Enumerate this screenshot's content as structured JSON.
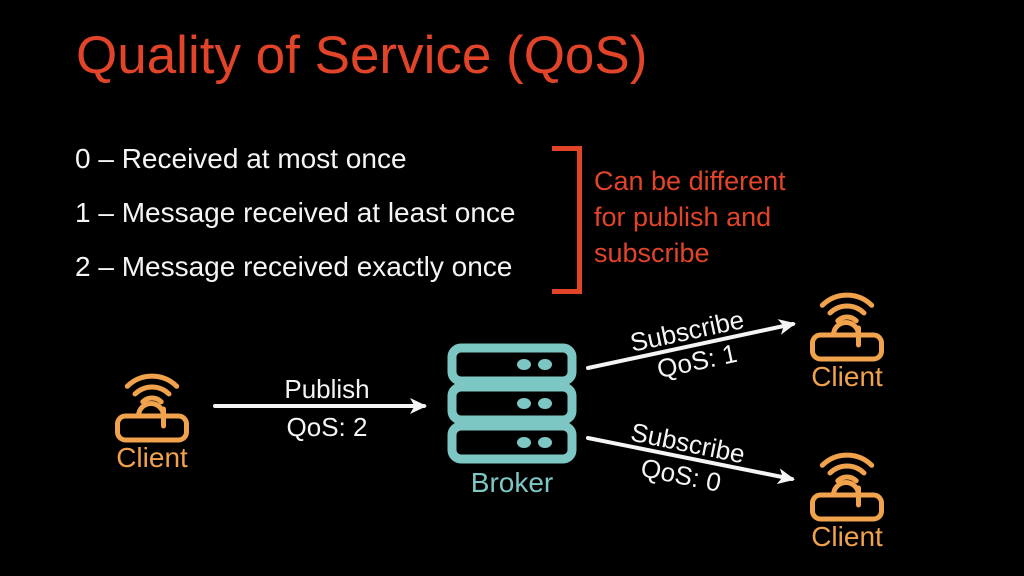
{
  "title": "Quality of Service (QoS)",
  "colors": {
    "background": "#000000",
    "red": "#E2442A",
    "orange": "#F0A24C",
    "teal": "#7CC7C4",
    "white": "#F5F5F5"
  },
  "qos_levels": [
    {
      "text": "0 – Received at most once"
    },
    {
      "text": "1 – Message received at least once"
    },
    {
      "text": "2 – Message received exactly once"
    }
  ],
  "note_lines": {
    "line1": "Can be different",
    "line2": "for publish and",
    "line3": "subscribe"
  },
  "diagram": {
    "client_left": {
      "label": "Client"
    },
    "broker": {
      "label": "Broker"
    },
    "client_top_right": {
      "label": "Client"
    },
    "client_bottom_right": {
      "label": "Client"
    },
    "publish_arrow": {
      "line1": "Publish",
      "line2": "QoS: 2"
    },
    "subscribe_top_arrow": {
      "line1": "Subscribe",
      "line2": "QoS: 1"
    },
    "subscribe_bottom_arrow": {
      "line1": "Subscribe",
      "line2": "QoS: 0"
    }
  }
}
